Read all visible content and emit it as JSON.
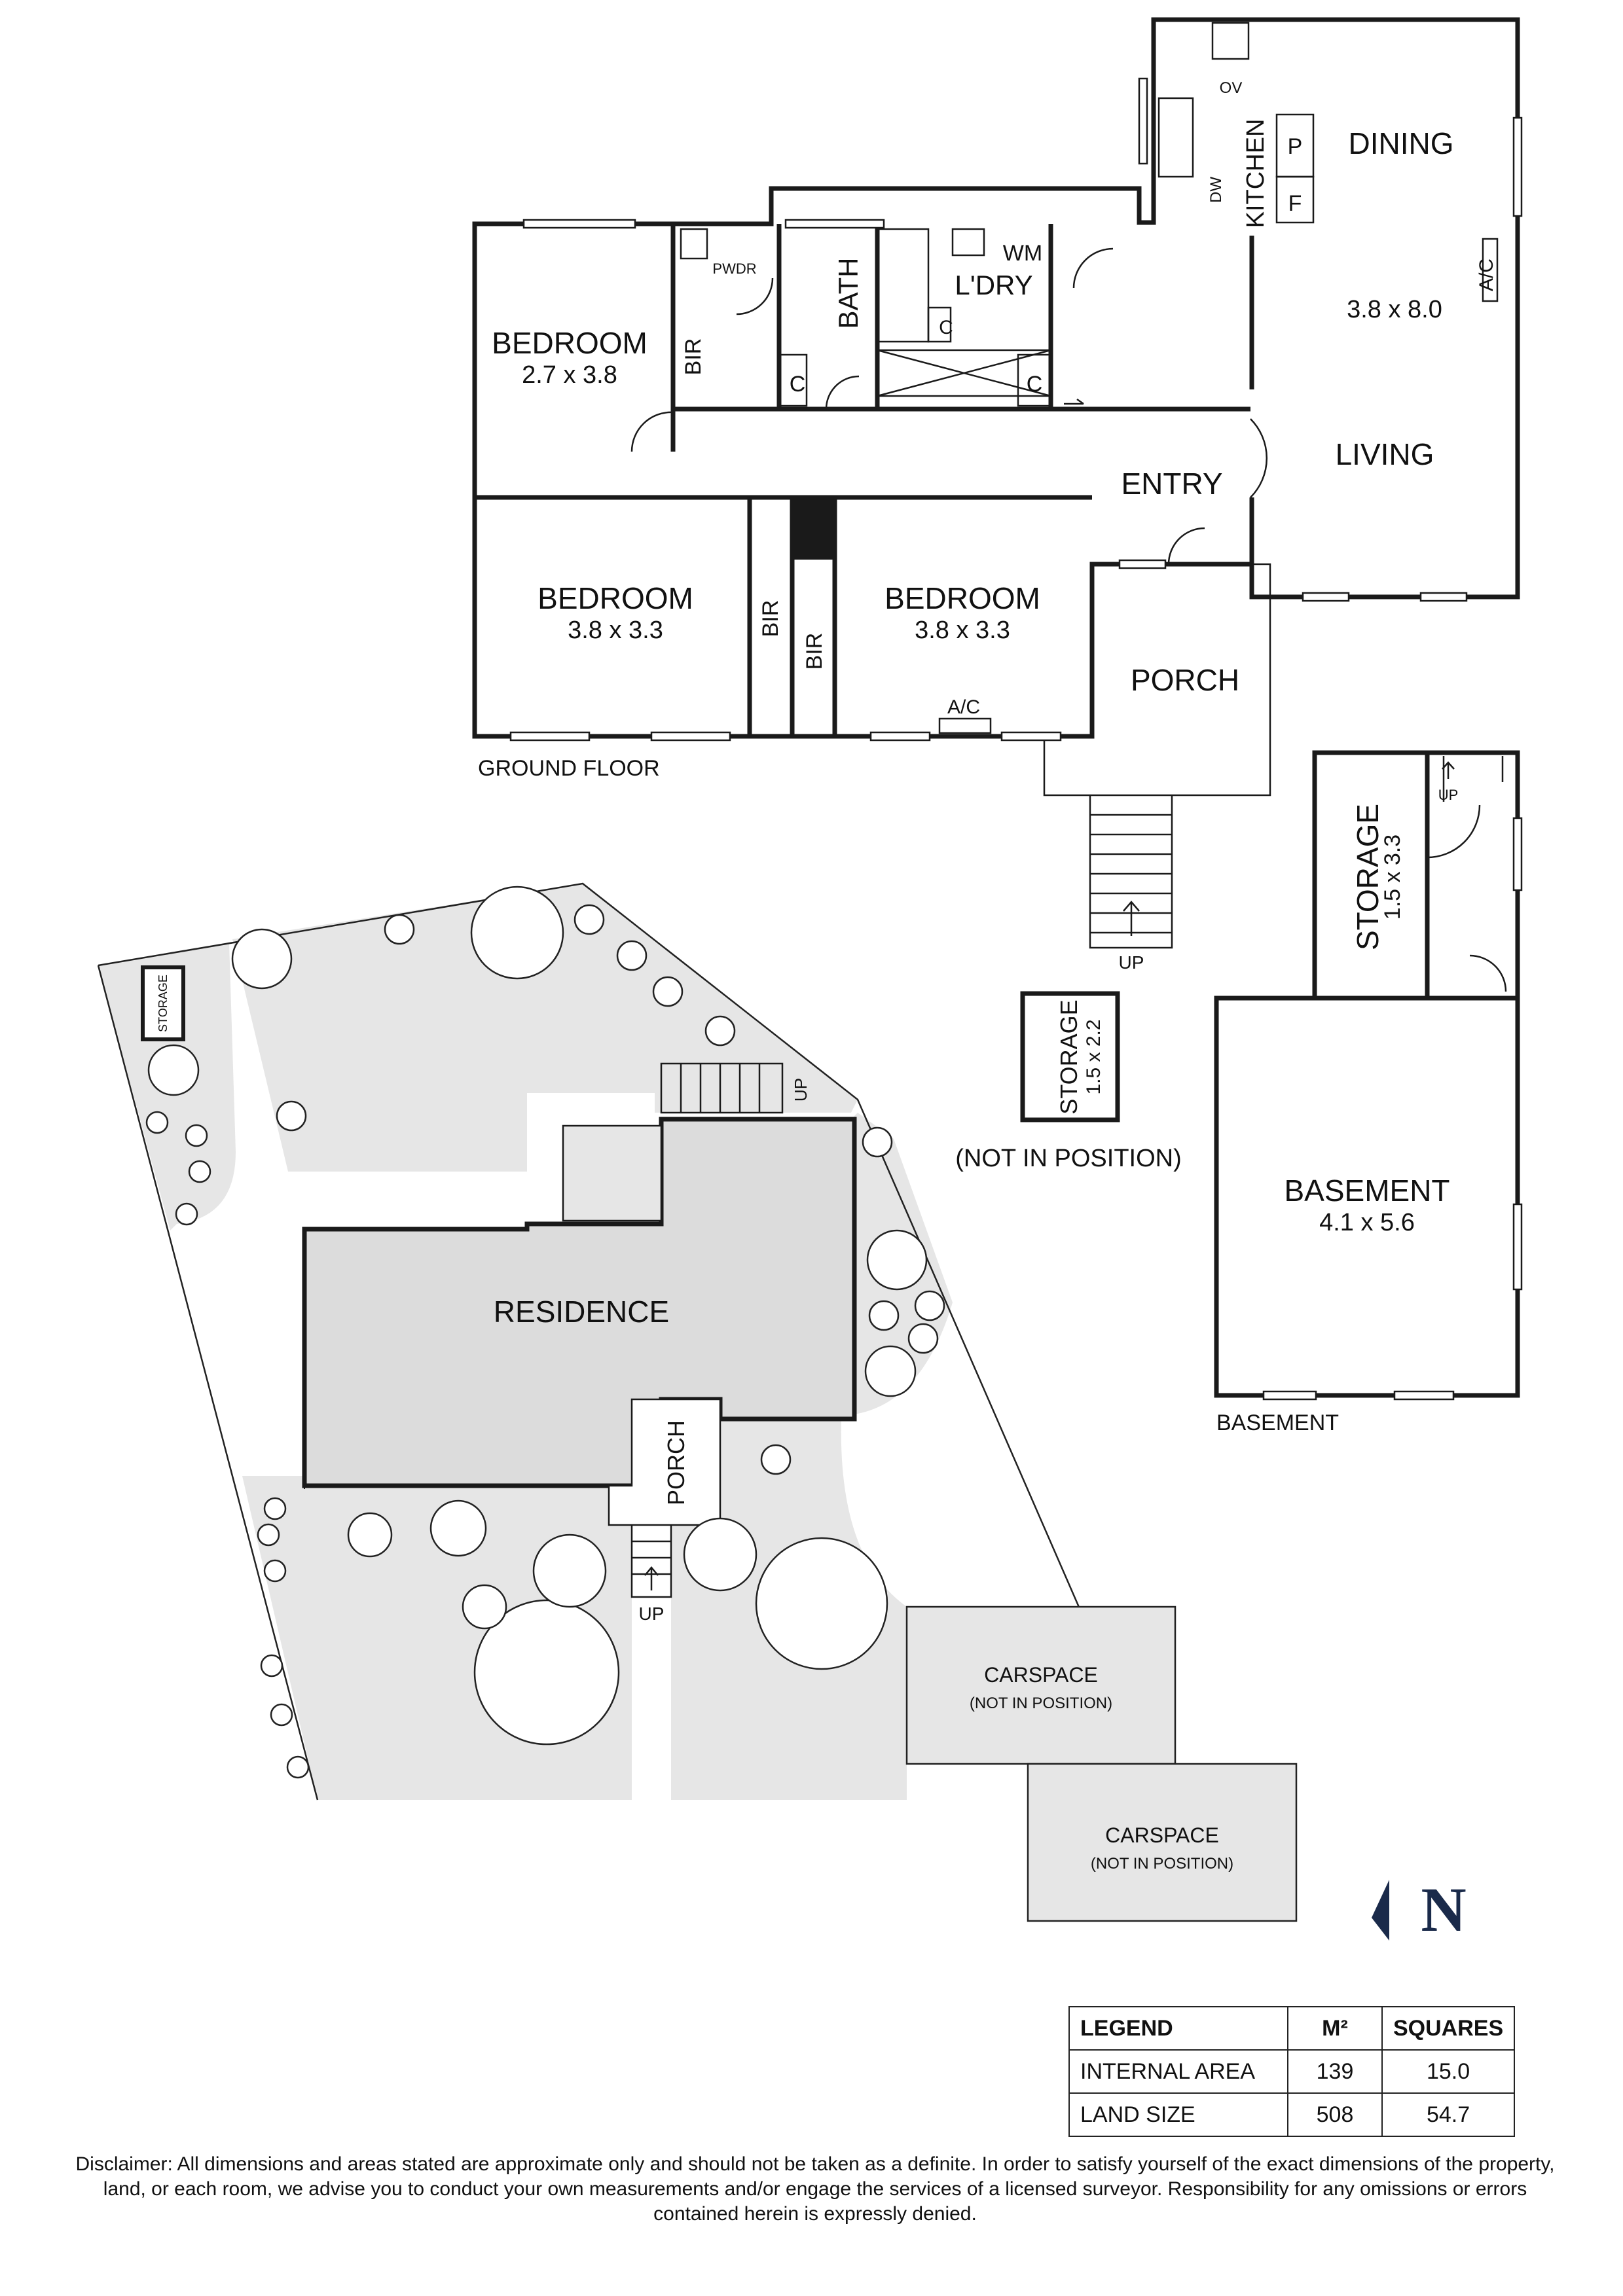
{
  "ground_floor": {
    "caption": "GROUND FLOOR",
    "rooms": {
      "bedroom1": {
        "name": "BEDROOM",
        "size": "2.7 x 3.8"
      },
      "bedroom2": {
        "name": "BEDROOM",
        "size": "3.8 x 3.3"
      },
      "bedroom3": {
        "name": "BEDROOM",
        "size": "3.8 x 3.3"
      },
      "dining_living": {
        "dining": "DINING",
        "living": "LIVING",
        "size": "3.8 x 8.0"
      },
      "kitchen": "KITCHEN",
      "bath": "BATH",
      "laundry": "L'DRY",
      "powder": "PWDR",
      "entry": "ENTRY",
      "porch": "PORCH"
    },
    "fixtures": {
      "bir": "BIR",
      "wm": "WM",
      "ov": "OV",
      "dw": "DW",
      "pantry": "P",
      "fridge": "F",
      "cupboard": "C",
      "ac": "A/C",
      "up": "UP"
    }
  },
  "basement": {
    "caption": "BASEMENT",
    "rooms": {
      "basement": {
        "name": "BASEMENT",
        "size": "4.1 x 5.6"
      },
      "storage": {
        "name": "STORAGE",
        "size": "1.5 x 3.3"
      }
    },
    "up": "UP"
  },
  "detached_storage": {
    "name": "STORAGE",
    "size": "1.5 x 2.2",
    "note": "(NOT IN POSITION)"
  },
  "site": {
    "residence": "RESIDENCE",
    "porch": "PORCH",
    "up": "UP",
    "storage": "STORAGE",
    "carspaces": [
      {
        "label": "CARSPACE",
        "note": "(NOT IN POSITION)"
      },
      {
        "label": "CARSPACE",
        "note": "(NOT IN POSITION)"
      }
    ]
  },
  "north": "N",
  "legend": {
    "headers": [
      "LEGEND",
      "M²",
      "SQUARES"
    ],
    "rows": [
      {
        "label": "INTERNAL AREA",
        "m2": "139",
        "squares": "15.0"
      },
      {
        "label": "LAND SIZE",
        "m2": "508",
        "squares": "54.7"
      }
    ]
  },
  "disclaimer": "Disclaimer: All dimensions and areas stated are approximate only and should not be taken as a definite. In order to satisfy yourself of the exact dimensions of the property, land, or each room, we advise you to conduct your own measurements and/or engage the services of a licensed surveyor. Responsibility for any omissions or errors contained herein is expressly denied."
}
